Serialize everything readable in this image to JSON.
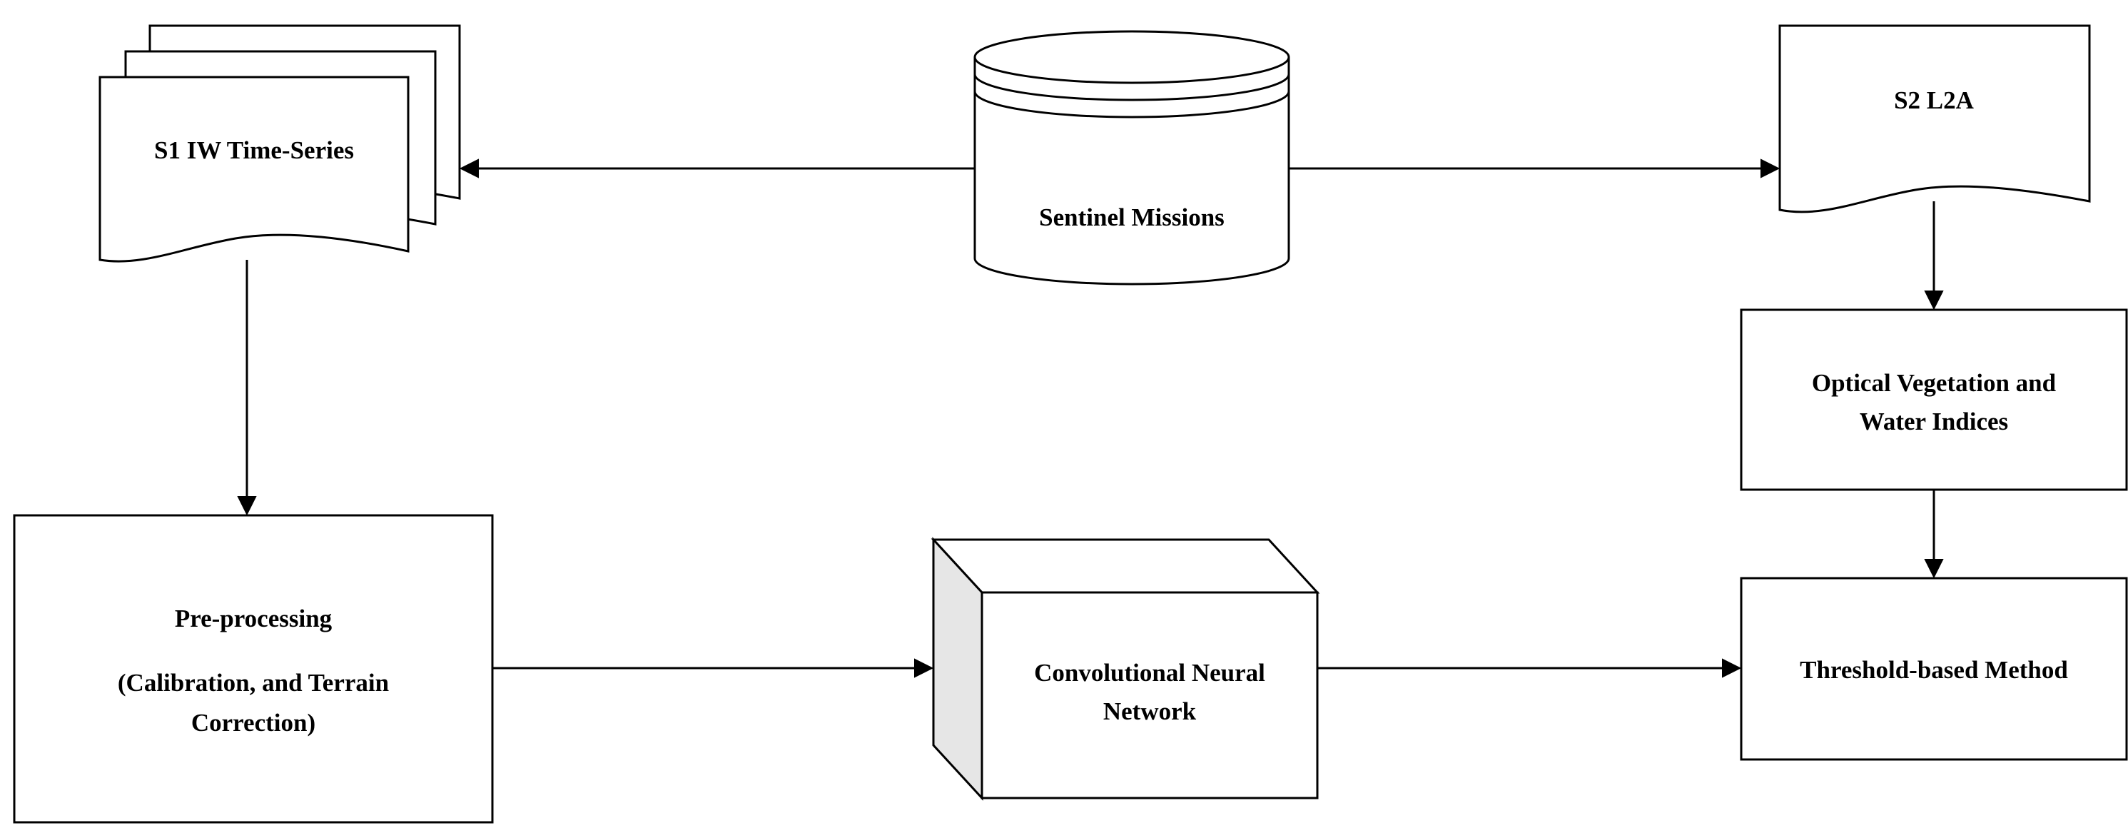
{
  "nodes": {
    "s1": {
      "label": "S1 IW Time-Series"
    },
    "sentinel": {
      "label": "Sentinel Missions"
    },
    "s2": {
      "label": "S2 L2A"
    },
    "optical": {
      "line1": "Optical Vegetation and",
      "line2": "Water Indices"
    },
    "preprocessing": {
      "line1": "Pre-processing",
      "line2": "(Calibration, and Terrain",
      "line3": "Correction)"
    },
    "cnn": {
      "line1": "Convolutional Neural",
      "line2": "Network"
    },
    "threshold": {
      "label": "Threshold-based Method"
    }
  },
  "edges": [
    {
      "from": "Sentinel Missions",
      "to": "S1 IW Time-Series"
    },
    {
      "from": "Sentinel Missions",
      "to": "S2 L2A"
    },
    {
      "from": "S1 IW Time-Series",
      "to": "Pre-processing"
    },
    {
      "from": "S2 L2A",
      "to": "Optical Vegetation and Water Indices"
    },
    {
      "from": "Optical Vegetation and Water Indices",
      "to": "Threshold-based Method"
    },
    {
      "from": "Pre-processing",
      "to": "Convolutional Neural Network"
    },
    {
      "from": "Convolutional Neural Network",
      "to": "Threshold-based Method"
    }
  ]
}
